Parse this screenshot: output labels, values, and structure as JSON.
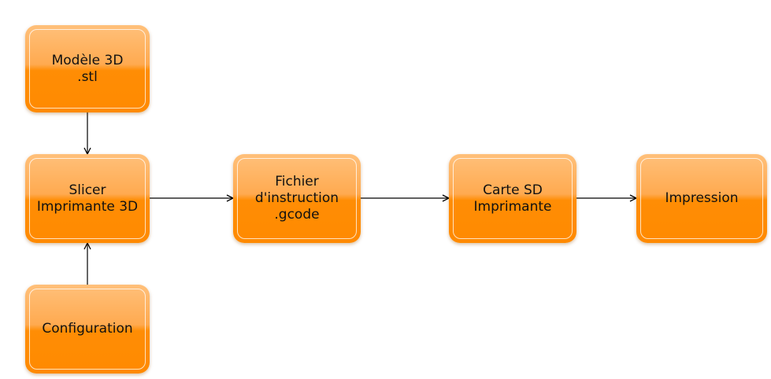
{
  "nodes": {
    "model": {
      "lines": [
        "Modèle 3D",
        ".stl"
      ]
    },
    "slicer": {
      "lines": [
        "Slicer",
        "Imprimante 3D"
      ]
    },
    "config": {
      "lines": [
        "Configuration"
      ]
    },
    "gcode": {
      "lines": [
        "Fichier",
        "d'instruction",
        ".gcode"
      ]
    },
    "sdcard": {
      "lines": [
        "Carte SD",
        "Imprimante"
      ]
    },
    "print": {
      "lines": [
        "Impression"
      ]
    }
  },
  "colors": {
    "node_fill": "#ff8a00",
    "node_highlight": "#ffc07a",
    "edge": "#000000"
  }
}
